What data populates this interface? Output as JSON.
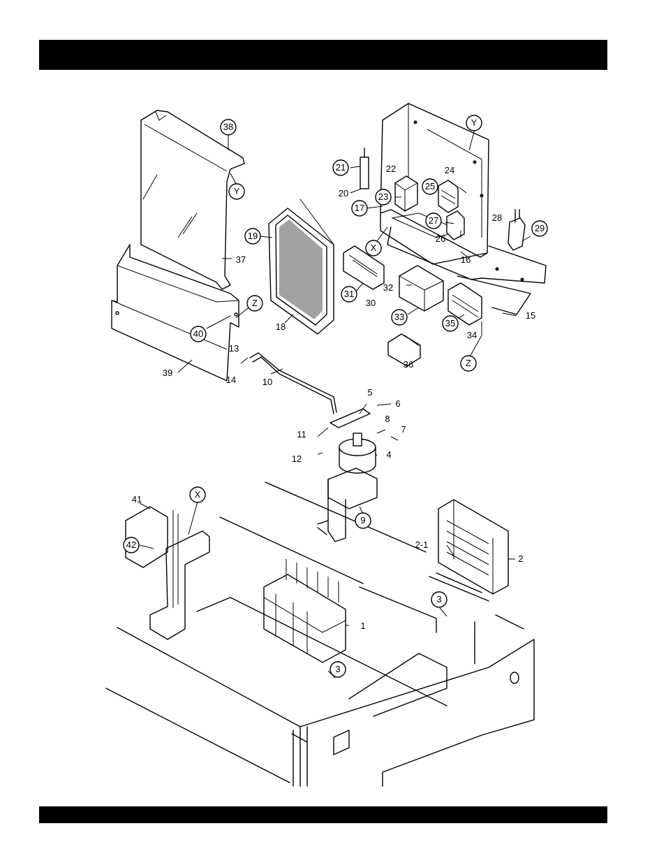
{
  "callouts": [
    {
      "label": "38",
      "circled": true
    },
    {
      "label": "Y",
      "circled": true
    },
    {
      "label": "37",
      "circled": false
    },
    {
      "label": "Z",
      "circled": true
    },
    {
      "label": "40",
      "circled": true
    },
    {
      "label": "39",
      "circled": false
    },
    {
      "label": "13",
      "circled": false
    },
    {
      "label": "14",
      "circled": false
    },
    {
      "label": "10",
      "circled": false
    },
    {
      "label": "19",
      "circled": true
    },
    {
      "label": "18",
      "circled": false
    },
    {
      "label": "21",
      "circled": true
    },
    {
      "label": "20",
      "circled": false
    },
    {
      "label": "22",
      "circled": false
    },
    {
      "label": "23",
      "circled": true
    },
    {
      "label": "17",
      "circled": true
    },
    {
      "label": "Y",
      "circled": true
    },
    {
      "label": "24",
      "circled": false
    },
    {
      "label": "25",
      "circled": true
    },
    {
      "label": "27",
      "circled": true
    },
    {
      "label": "26",
      "circled": false
    },
    {
      "label": "28",
      "circled": false
    },
    {
      "label": "29",
      "circled": true
    },
    {
      "label": "16",
      "circled": false
    },
    {
      "label": "X",
      "circled": true
    },
    {
      "label": "31",
      "circled": true
    },
    {
      "label": "30",
      "circled": false
    },
    {
      "label": "32",
      "circled": false
    },
    {
      "label": "33",
      "circled": true
    },
    {
      "label": "35",
      "circled": true
    },
    {
      "label": "34",
      "circled": false
    },
    {
      "label": "15",
      "circled": false
    },
    {
      "label": "Z",
      "circled": true
    },
    {
      "label": "36",
      "circled": false
    },
    {
      "label": "5",
      "circled": false
    },
    {
      "label": "6",
      "circled": false
    },
    {
      "label": "8",
      "circled": false
    },
    {
      "label": "7",
      "circled": false
    },
    {
      "label": "11",
      "circled": false
    },
    {
      "label": "12",
      "circled": false
    },
    {
      "label": "4",
      "circled": false
    },
    {
      "label": "9",
      "circled": true
    },
    {
      "label": "41",
      "circled": false
    },
    {
      "label": "X",
      "circled": true
    },
    {
      "label": "42",
      "circled": true
    },
    {
      "label": "2-1",
      "circled": false
    },
    {
      "label": "2",
      "circled": false
    },
    {
      "label": "3",
      "circled": true
    },
    {
      "label": "1",
      "circled": false
    },
    {
      "label": "3",
      "circled": true
    }
  ]
}
